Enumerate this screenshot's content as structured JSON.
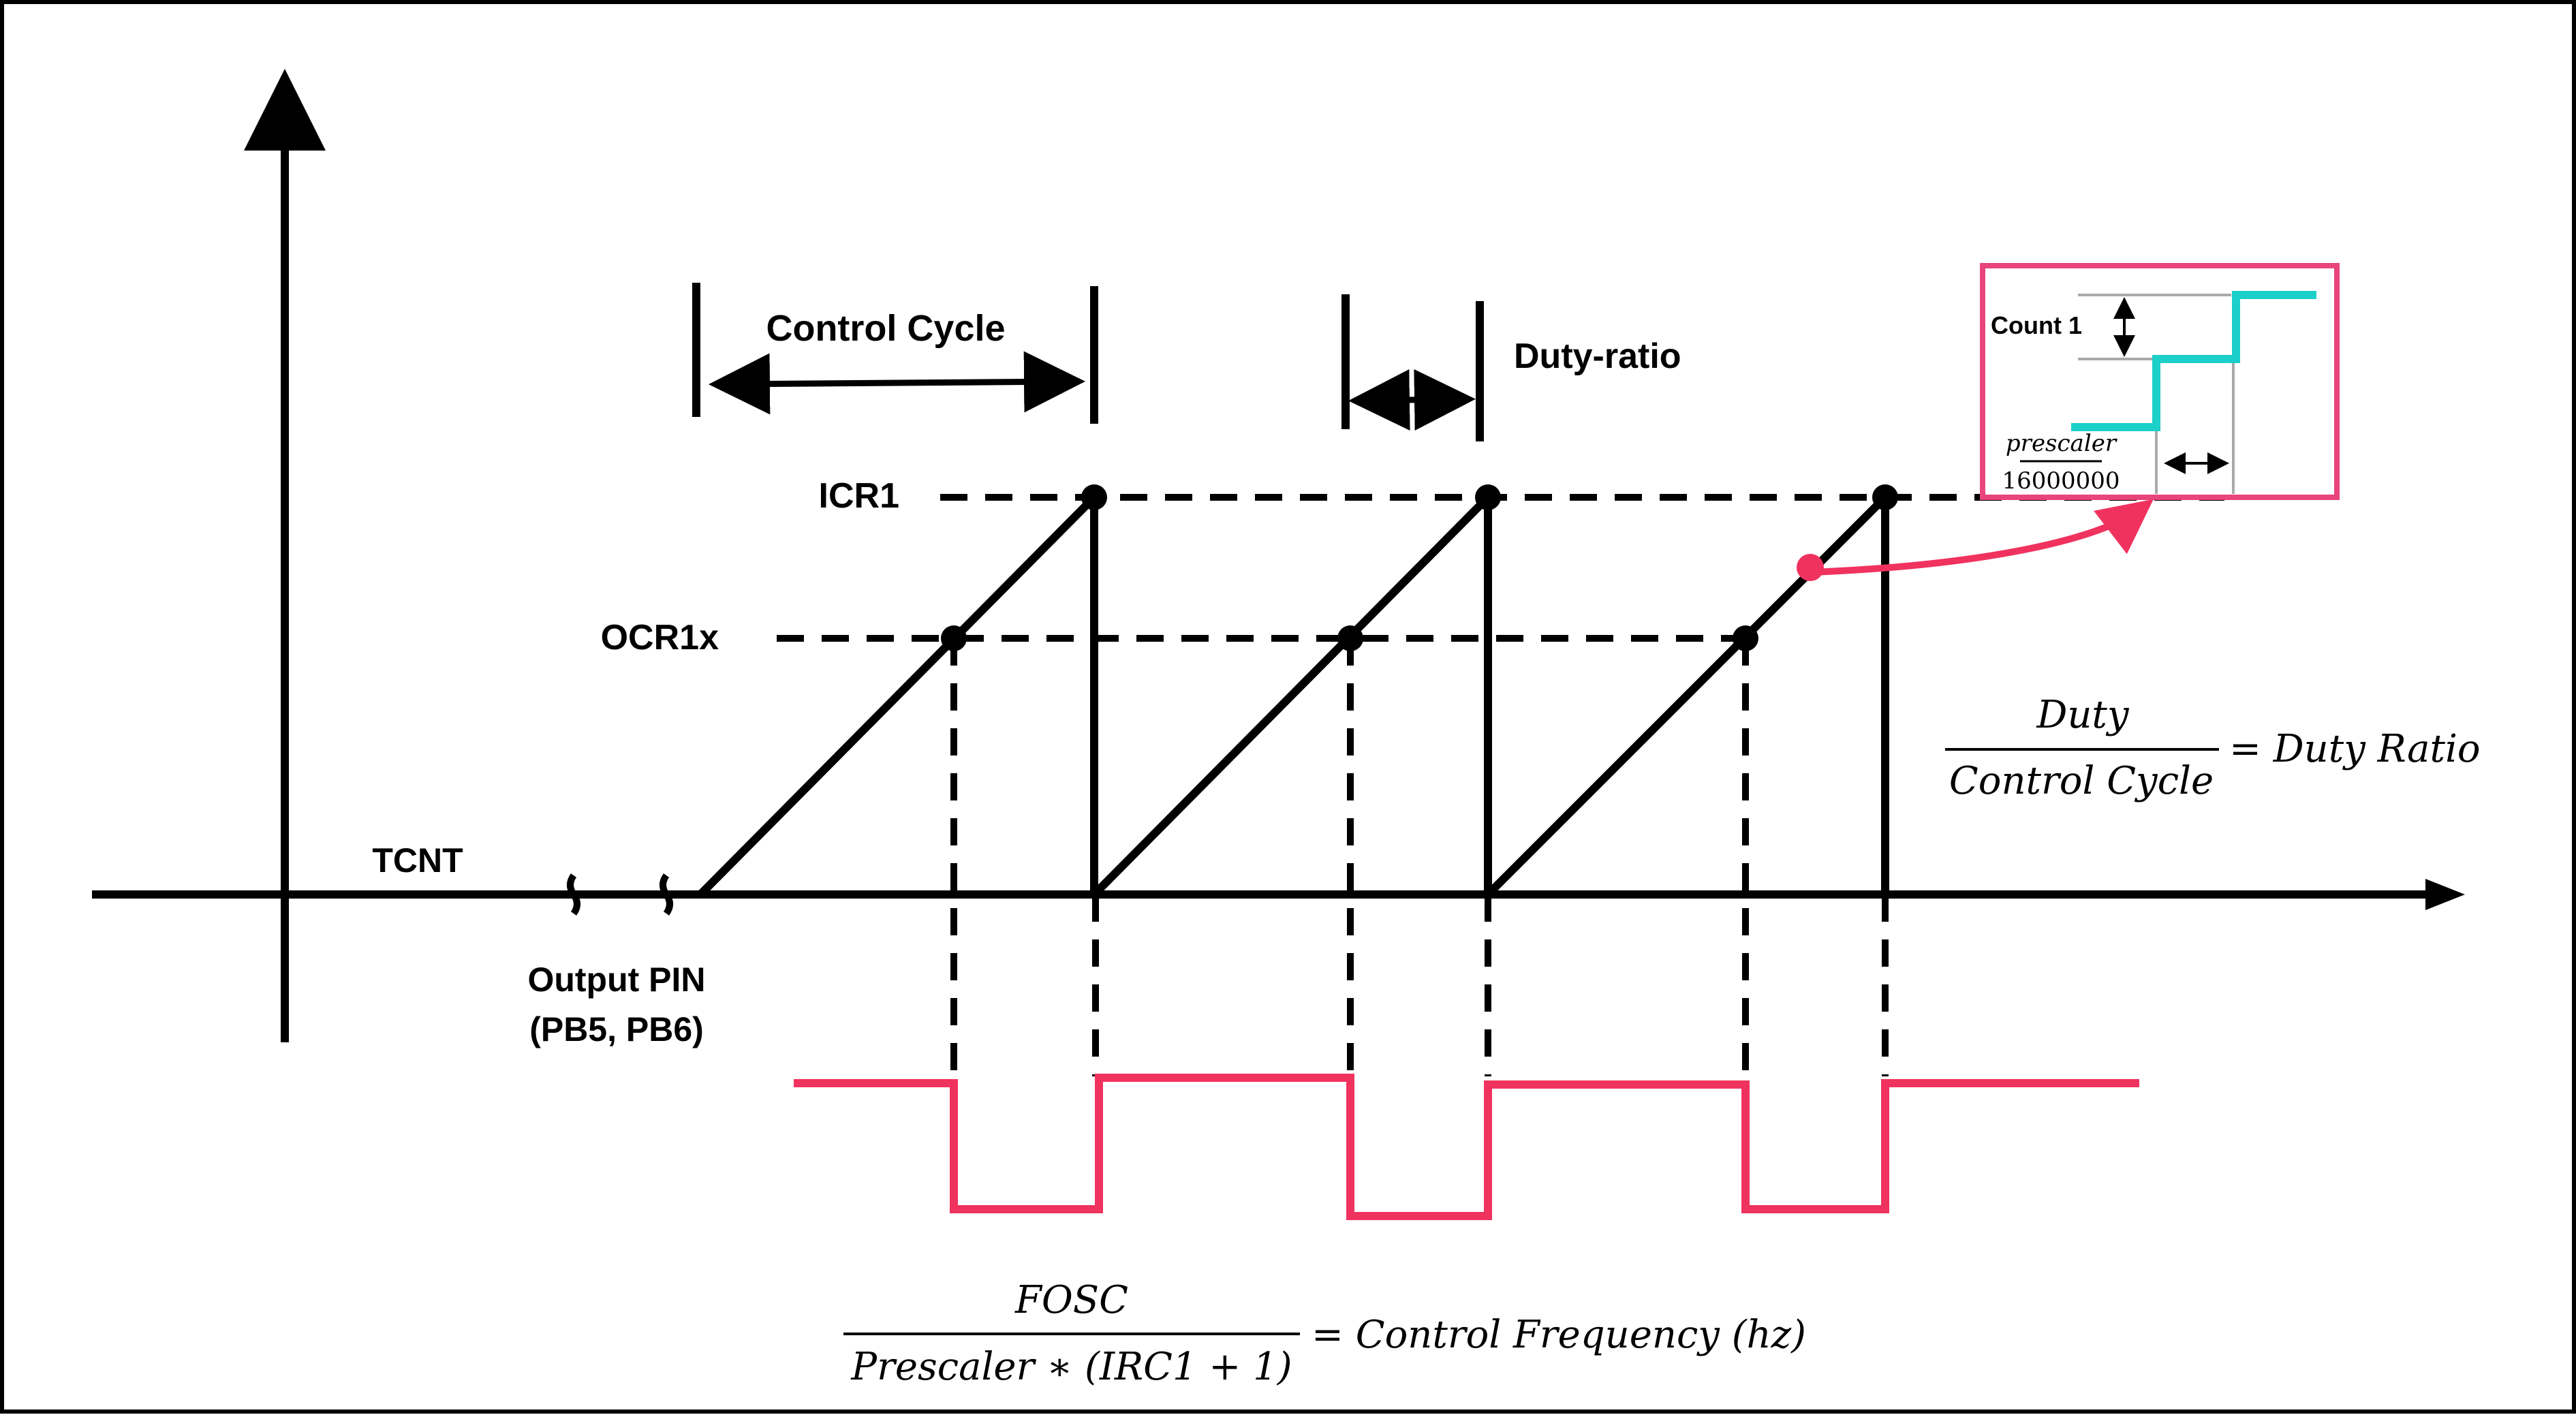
{
  "labels": {
    "tcnt": "TCNT",
    "output_pin_line1": "Output PIN",
    "output_pin_line2": "(PB5, PB6)",
    "icr1": "ICR1",
    "ocr1x": "OCR1x",
    "control_cycle": "Control Cycle",
    "duty_ratio": "Duty-ratio"
  },
  "inset": {
    "count_label": "Count 1",
    "prescaler": "prescaler",
    "clock": "16000000"
  },
  "formulas": {
    "duty": {
      "numerator": "Duty",
      "denominator": "Control Cycle",
      "result": "= Duty Ratio"
    },
    "frequency": {
      "numerator": "FOSC",
      "denominator": "Prescaler  ∗ (IRC1 + 1)",
      "result": "= Control Frequency (hz)"
    }
  },
  "colors": {
    "axis": "#000000",
    "pwm_signal": "#f0325f",
    "staircase": "#1ccfc9",
    "inset_border": "#e8457a",
    "callout": "#f0325f"
  },
  "icons": {
    "axis_break": "break-mark",
    "arrowheads": "arrow"
  }
}
